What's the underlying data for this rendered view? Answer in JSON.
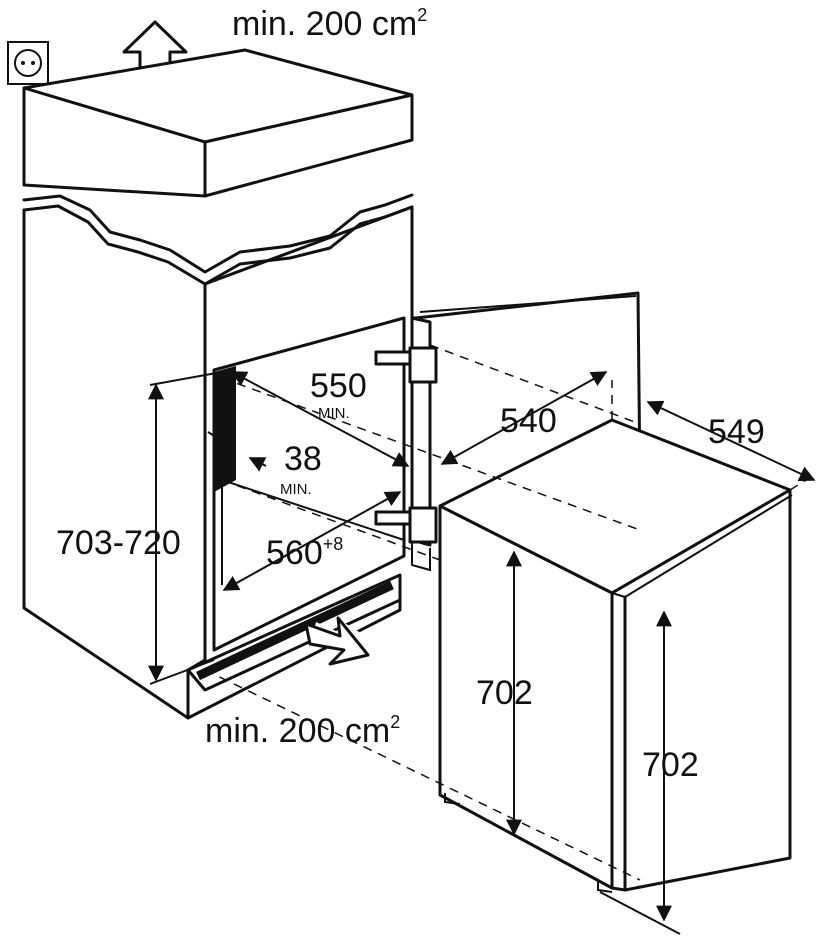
{
  "labels": {
    "vent_top": "min. 200 cm",
    "vent_top_exp": "2",
    "vent_bottom": "min. 200 cm",
    "vent_bottom_exp": "2",
    "depth_550": "550",
    "depth_550_min": "MIN.",
    "gap_38": "38",
    "gap_38_min": "MIN.",
    "niche_height": "703-720",
    "niche_width": "560",
    "niche_width_tol": "+8",
    "appliance_width": "540",
    "appliance_depth": "549",
    "appliance_height_front": "702",
    "appliance_height_side": "702"
  },
  "icons": [
    "wall-socket-icon",
    "airflow-up-arrow-icon",
    "airflow-in-arrow-icon"
  ]
}
